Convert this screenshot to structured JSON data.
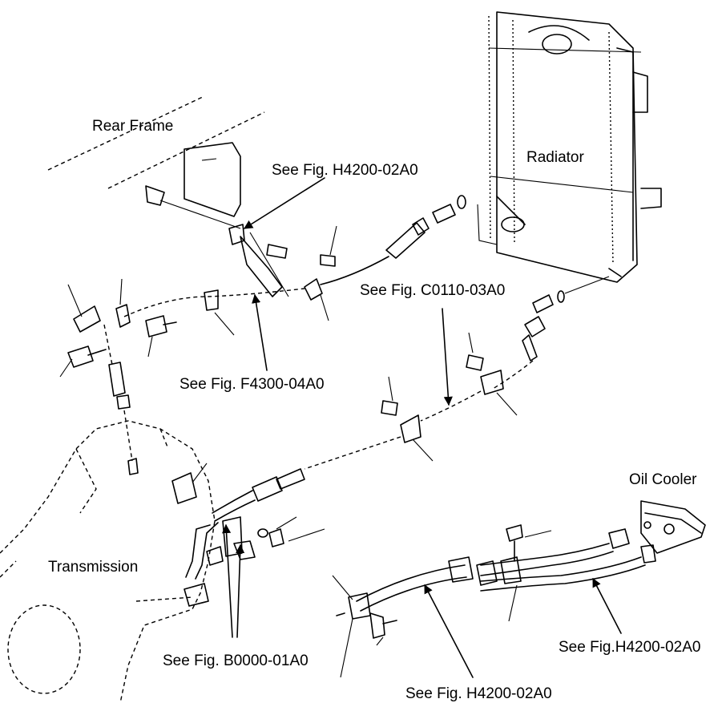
{
  "labels": {
    "rear_frame": "Rear Frame",
    "radiator": "Radiator",
    "oil_cooler": "Oil Cooler",
    "transmission": "Transmission",
    "ref_h4200_top": "See Fig. H4200-02A0",
    "ref_c0110": "See Fig. C0110-03A0",
    "ref_f4300": "See Fig. F4300-04A0",
    "ref_b0000": "See Fig. B0000-01A0",
    "ref_h4200_right": "See Fig.H4200-02A0",
    "ref_h4200_bottom": "See Fig. H4200-02A0"
  }
}
